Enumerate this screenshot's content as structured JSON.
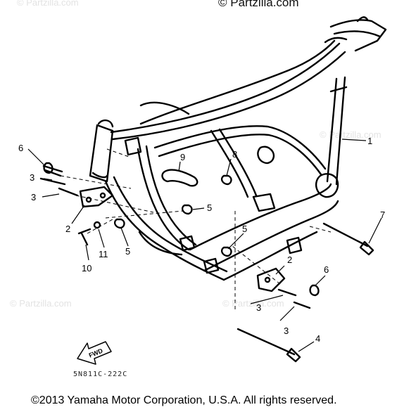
{
  "watermarks": {
    "top": "© Partzilla.com",
    "faint": [
      "© Partzilla.com",
      "© Partzilla.com",
      "© Partzilla.com",
      "© Partzilla.com"
    ]
  },
  "diagram": {
    "fwd_label": "FWD",
    "part_code": "5N811C-222C",
    "callouts": [
      "1",
      "2",
      "2",
      "3",
      "3",
      "3",
      "3",
      "4",
      "5",
      "5",
      "5",
      "6",
      "6",
      "7",
      "8",
      "9",
      "10",
      "11"
    ]
  },
  "footer": {
    "copyright": "©2013 Yamaha Motor Corporation, U.S.A. All rights reserved."
  },
  "colors": {
    "ink": "#000000",
    "background": "#ffffff",
    "watermark": "#e3e3e3"
  }
}
